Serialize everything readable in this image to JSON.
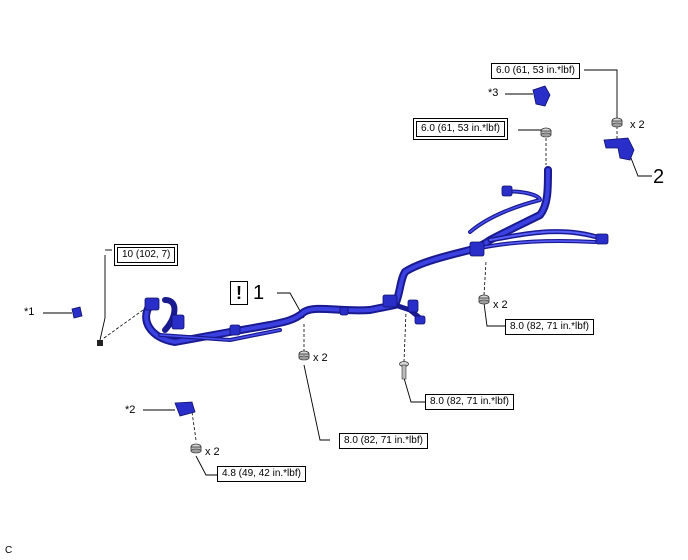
{
  "torque": {
    "t1": "6.0 (61, 53 in.*lbf)",
    "t2": "6.0 (61, 53 in.*lbf)",
    "t3": "10 (102, 7)",
    "t4": "8.0 (82, 71 in.*lbf)",
    "t5": "8.0 (82, 71 in.*lbf)",
    "t6": "8.0 (82, 71 in.*lbf)",
    "t7": "4.8 (49, 42 in.*lbf)"
  },
  "qty": {
    "q1": "x 2",
    "q2": "x 2",
    "q3": "x 2",
    "q4": "x 2"
  },
  "callouts": {
    "star1": "*1",
    "star2": "*2",
    "star3": "*3",
    "part1": "1",
    "part2": "2",
    "caution": "!"
  },
  "corner_code": "C",
  "colors": {
    "harness": "#2a2ec8",
    "harness_dark": "#1a1a90",
    "bolt": "#888888"
  }
}
